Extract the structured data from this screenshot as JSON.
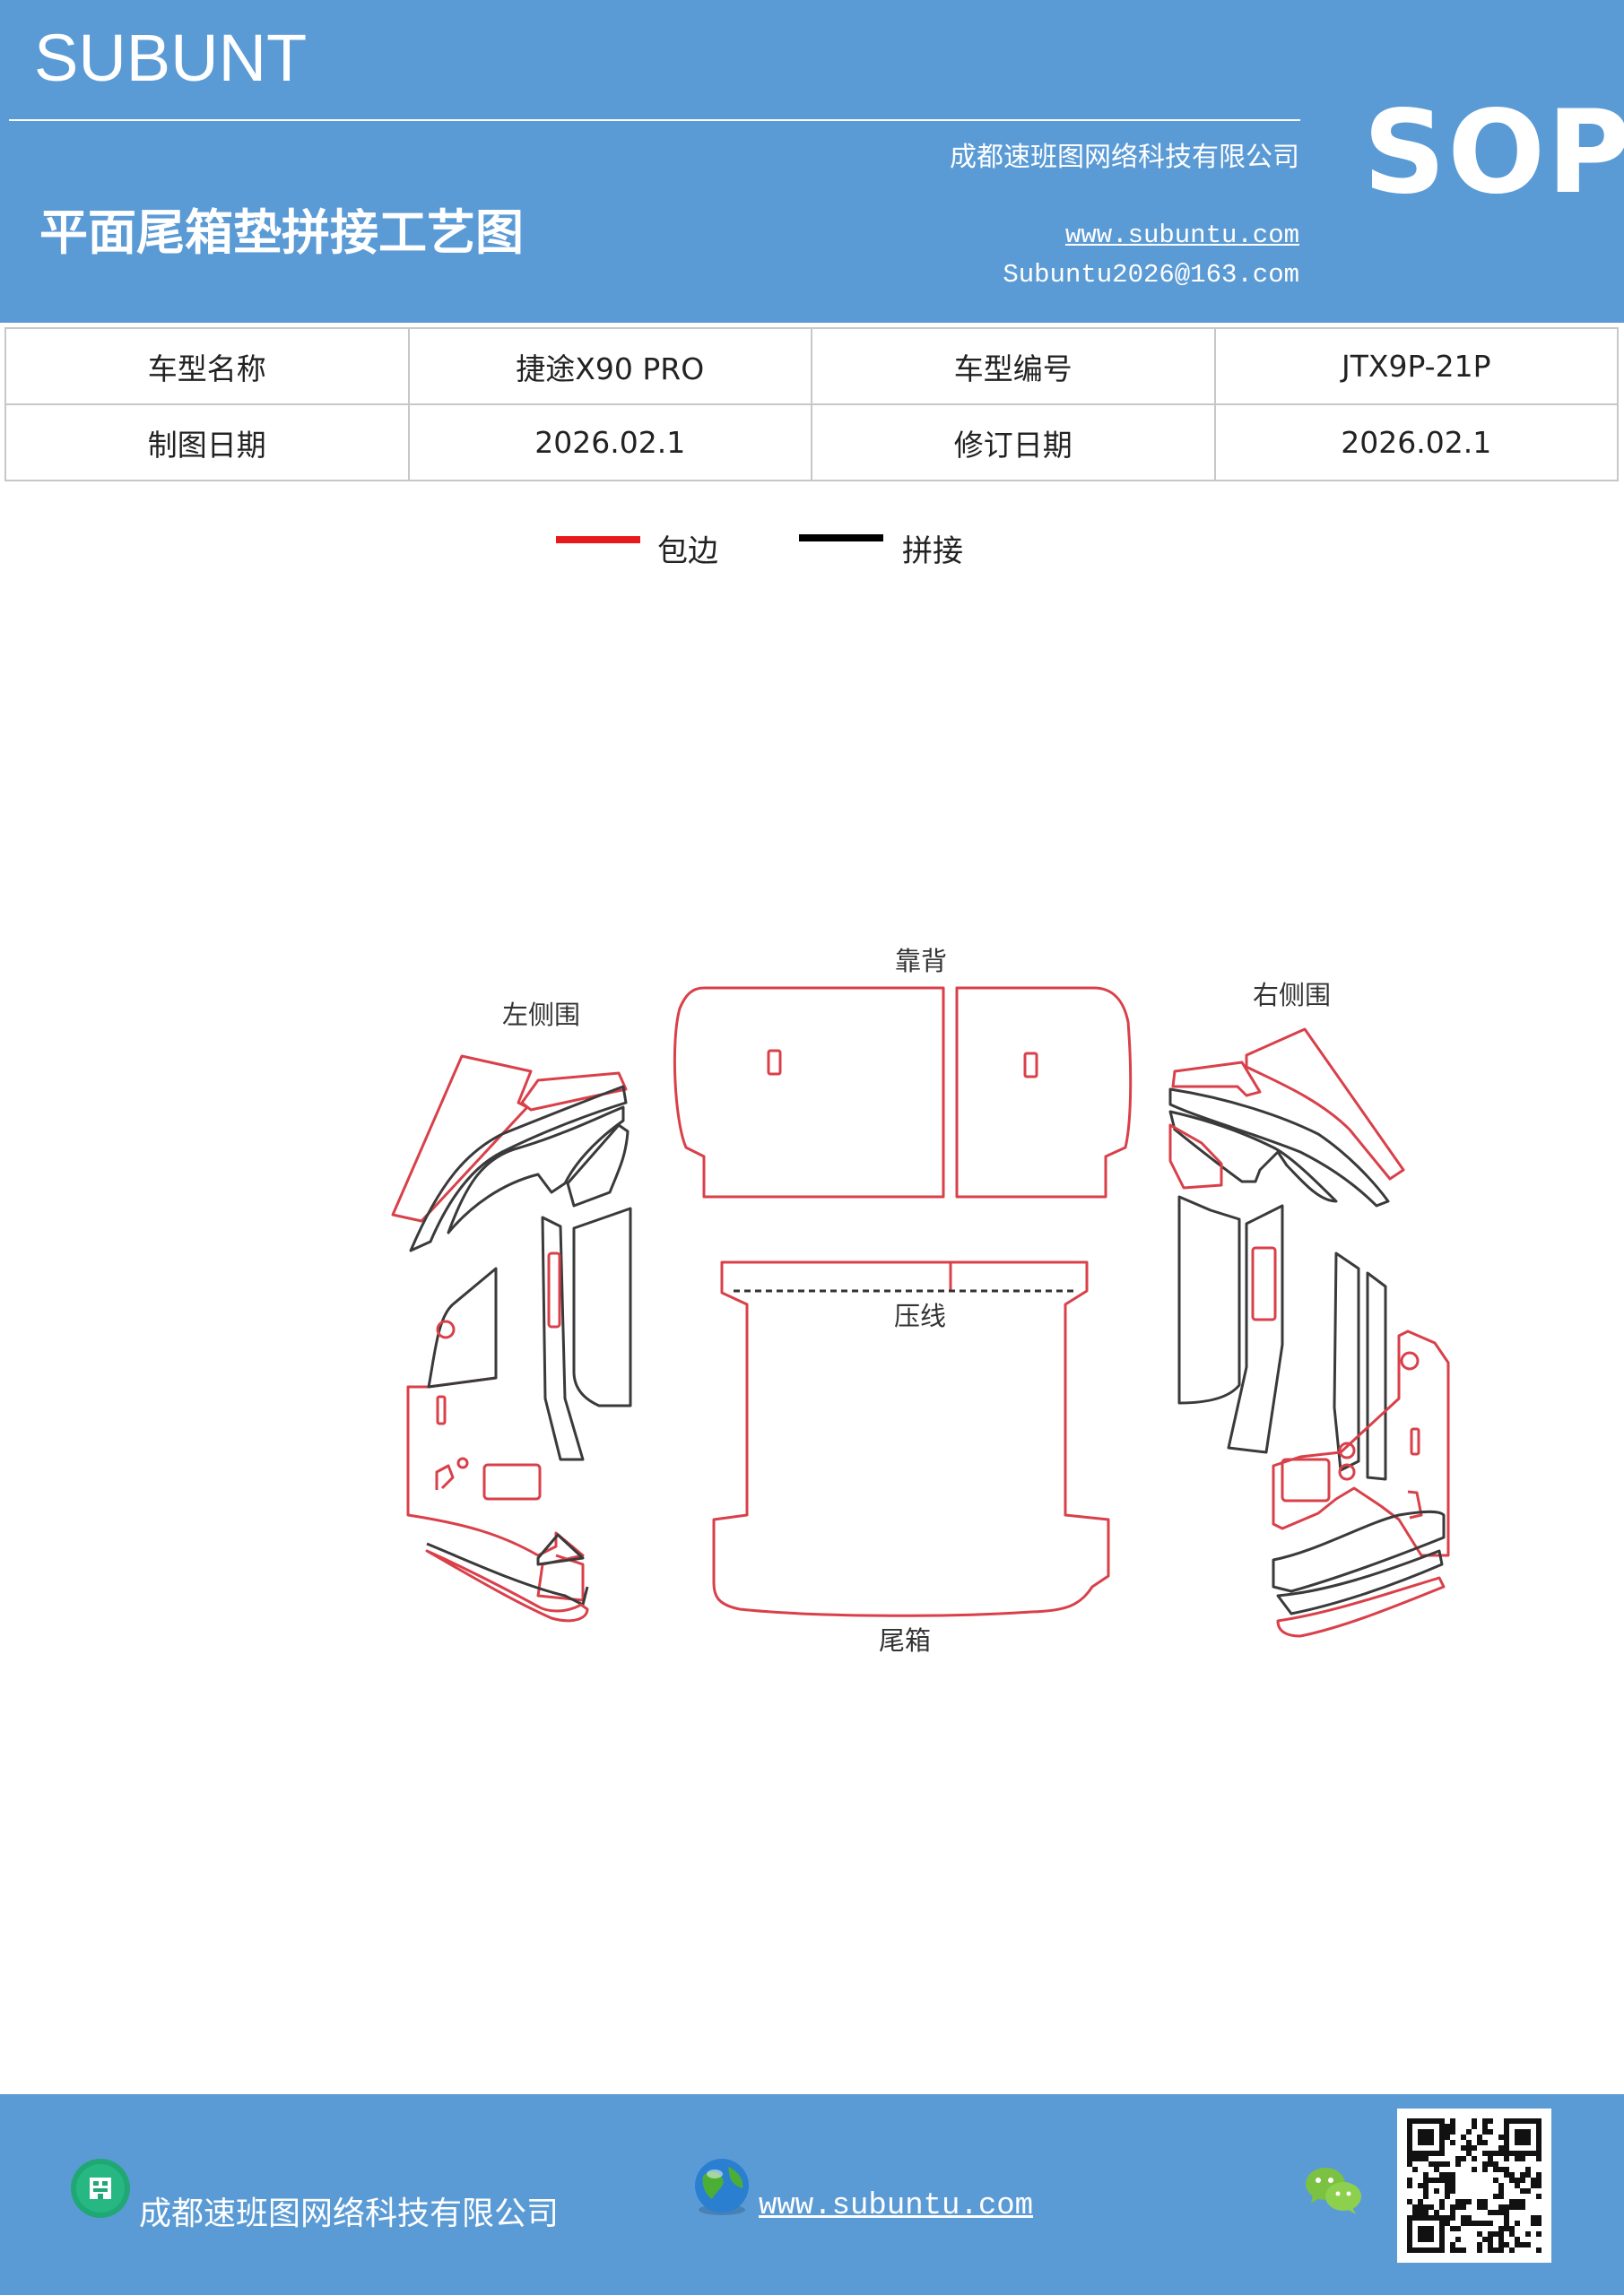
{
  "header": {
    "brand": "SUBUNT",
    "badge": "SOP",
    "company": "成都速班图网络科技有限公司",
    "title": "平面尾箱垫拼接工艺图",
    "website": "www.subuntu.com",
    "email": "Subuntu2026@163.com"
  },
  "info_table": {
    "rows": [
      {
        "label1": "车型名称",
        "value1": "捷途X90  PRO",
        "label2": "车型编号",
        "value2": "JTX9P-21P"
      },
      {
        "label1": "制图日期",
        "value1": "2026.02.1",
        "label2": "修订日期",
        "value2": "2026.02.1"
      }
    ]
  },
  "legend": {
    "items": [
      {
        "label": "包边",
        "color": "#e8191b"
      },
      {
        "label": "拼接",
        "color": "#000000"
      }
    ]
  },
  "diagram": {
    "labels": {
      "left_side": "左侧围",
      "backrest": "靠背",
      "right_side": "右侧围",
      "crease": "压线",
      "trunk": "尾箱"
    },
    "colors": {
      "edge": "#d9404a",
      "seam": "#3a3a3a"
    }
  },
  "footer": {
    "company": "成都速班图网络科技有限公司",
    "website": "www.subuntu.com ",
    "icons": [
      "building-icon",
      "globe-icon",
      "wechat-icon",
      "qr-code"
    ]
  }
}
